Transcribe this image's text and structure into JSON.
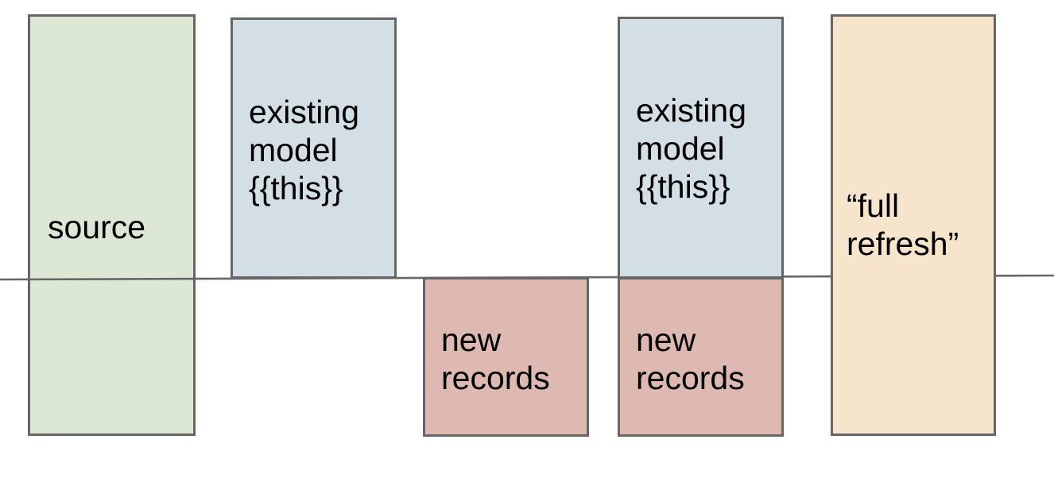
{
  "diagram": {
    "background_color": "#ffffff",
    "border_color": "#666666",
    "text_color": "#000000",
    "timeline": {
      "color": "#666666"
    },
    "boxes": {
      "source": {
        "label": "source",
        "fill": "#dce8d5"
      },
      "existing_model_left": {
        "label": "existing\nmodel\n{{this}}",
        "fill": "#d3dfe4"
      },
      "new_records_left": {
        "label": "new\nrecords",
        "fill": "#ddb9b1"
      },
      "existing_model_right": {
        "label": "existing\nmodel\n{{this}}",
        "fill": "#d3dfe4"
      },
      "new_records_right": {
        "label": "new\nrecords",
        "fill": "#ddb9b1"
      },
      "full_refresh": {
        "label": "“full\nrefresh”",
        "fill": "#f6e5cc"
      }
    }
  }
}
